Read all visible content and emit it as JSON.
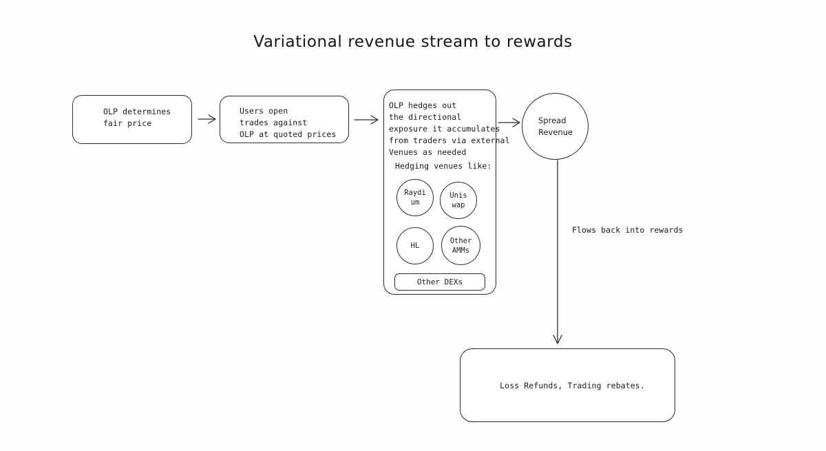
{
  "diagram": {
    "title": "Variational revenue stream to rewards",
    "background_color": "#fdfdfd",
    "stroke_color": "#2b2b2b",
    "text_color": "#1b1b1b",
    "nodes": {
      "fair_price": {
        "label": "OLP determines\nfair price"
      },
      "user_trades": {
        "label": "Users open\ntrades against\nOLP at quoted prices"
      },
      "hedging": {
        "label": "OLP hedges out\nthe directional\nexposure it accumulates\nfrom traders via external\nVenues as needed",
        "venues_heading": "Hedging venues like:",
        "venues": [
          {
            "label": "Raydi\num"
          },
          {
            "label": "Unis\nwap"
          },
          {
            "label": "HL"
          },
          {
            "label": "Other\nAMMs"
          }
        ],
        "other_dexs": "Other DEXs"
      },
      "spread_revenue": {
        "label": "Spread\nRevenue"
      },
      "rewards": {
        "label": "Loss Refunds, Trading rebates."
      }
    },
    "edges": [
      {
        "from": "fair_price",
        "to": "user_trades",
        "label": ""
      },
      {
        "from": "user_trades",
        "to": "hedging",
        "label": ""
      },
      {
        "from": "hedging",
        "to": "spread_revenue",
        "label": ""
      },
      {
        "from": "spread_revenue",
        "to": "rewards",
        "label": "Flows back into rewards"
      }
    ],
    "edge_labels": {
      "flows_back": "Flows back into rewards"
    }
  }
}
